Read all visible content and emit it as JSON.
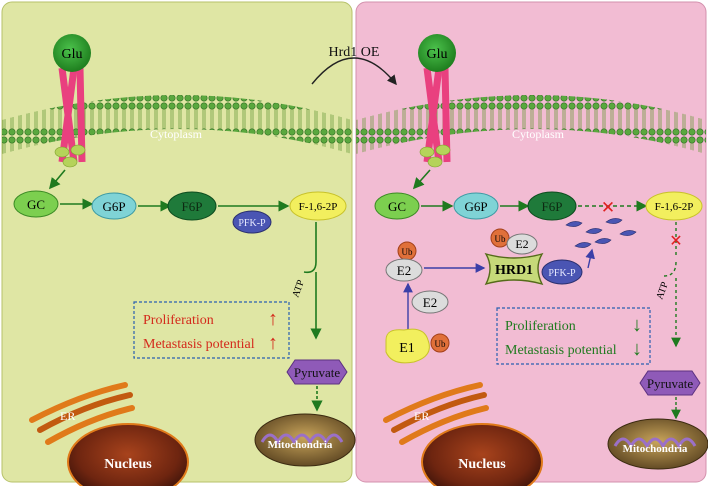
{
  "top_label": "Hrd1 OE",
  "left": {
    "glu": "Glu",
    "cytoplasm": "Cytoplasm",
    "gc": "GC",
    "g6p": "G6P",
    "f6p": "F6P",
    "pfkp": "PFK-P",
    "f16": "F-1,6-2P",
    "atp": "ATP",
    "pyruvate": "Pyruvate",
    "mito": "Mitochondria",
    "er": "ER",
    "nucleus": "Nucleus",
    "prolif": "Proliferation",
    "prolif_arrow": "↑",
    "meta": "Metastasis potential",
    "meta_arrow": "↑"
  },
  "right": {
    "glu": "Glu",
    "cytoplasm": "Cytoplasm",
    "gc": "GC",
    "g6p": "G6P",
    "f6p": "F6P",
    "f16": "F-1,6-2P",
    "hrd1": "HRD1",
    "pfkp": "PFK-P",
    "e2a": "E2",
    "e2b": "E2",
    "e2c": "E2",
    "e1": "E1",
    "ub1": "Ub",
    "ub2": "Ub",
    "ub3": "Ub",
    "atp": "ATP",
    "pyruvate": "Pyruvate",
    "mito": "Mitochondria",
    "er": "ER",
    "nucleus": "Nucleus",
    "prolif": "Proliferation",
    "prolif_arrow": "↓",
    "meta": "Metastasis potential",
    "meta_arrow": "↓",
    "block1": "✕",
    "block2": "✕"
  },
  "colors": {
    "left_cell": "#dfe6a4",
    "right_cell": "#f2bcd3",
    "glu": "#2a9a2a",
    "arrow": "#1f7a1f",
    "red_text": "#d42a1c",
    "green_text": "#1f7a1f",
    "hrd1": "#c6d979",
    "pfkp": "#4a55b3",
    "pyruvate": "#8f5ab8",
    "nucleus": "#7a2d12",
    "er": "#e07a1a"
  }
}
